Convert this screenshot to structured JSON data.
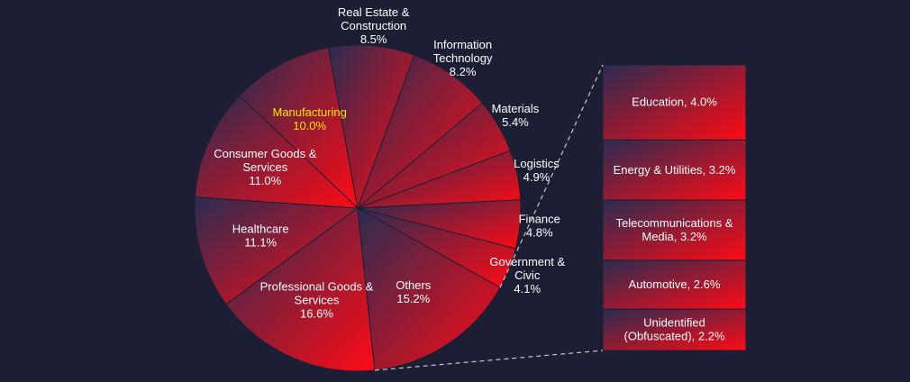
{
  "chart_data": {
    "type": "pie",
    "title": "",
    "main_slices": [
      {
        "label": [
          "Professional Goods &",
          "Services",
          "16.6%"
        ],
        "value": 16.6
      },
      {
        "label": [
          "Healthcare",
          "11.1%"
        ],
        "value": 11.1
      },
      {
        "label": [
          "Consumer Goods &",
          "Services",
          "11.0%"
        ],
        "value": 11.0
      },
      {
        "label": [
          "Manufacturing",
          "10.0%"
        ],
        "value": 10.0,
        "highlight": true
      },
      {
        "label": [
          "Real Estate &",
          "Construction",
          "8.5%"
        ],
        "value": 8.5
      },
      {
        "label": [
          "Information",
          "Technology",
          "8.2%"
        ],
        "value": 8.2
      },
      {
        "label": [
          "Materials",
          "5.4%"
        ],
        "value": 5.4
      },
      {
        "label": [
          "Logistics",
          "4.9%"
        ],
        "value": 4.9
      },
      {
        "label": [
          "Finance",
          "4.8%"
        ],
        "value": 4.8
      },
      {
        "label": [
          "Government &",
          "Civic",
          "4.1%"
        ],
        "value": 4.1
      },
      {
        "label": [
          "Others",
          "15.2%"
        ],
        "value": 15.2,
        "is_others": true
      }
    ],
    "others_breakdown": [
      {
        "label": [
          "Education, 4.0%"
        ],
        "value": 4.0
      },
      {
        "label": [
          "Energy & Utilities, 3.2%"
        ],
        "value": 3.2
      },
      {
        "label": [
          "Telecommunications &",
          "Media, 3.2%"
        ],
        "value": 3.2
      },
      {
        "label": [
          "Automotive, 2.6%"
        ],
        "value": 2.6
      },
      {
        "label": [
          "Unidentified",
          "(Obfuscated), 2.2%"
        ],
        "value": 2.2
      }
    ],
    "colors": {
      "background": "#1c1f33",
      "slice_dark": "#2a2c52",
      "slice_bright": "#ff0a14",
      "label_text": "#ffffff",
      "highlight_text": "#ffe600",
      "connector": "#c8c8c8"
    }
  }
}
